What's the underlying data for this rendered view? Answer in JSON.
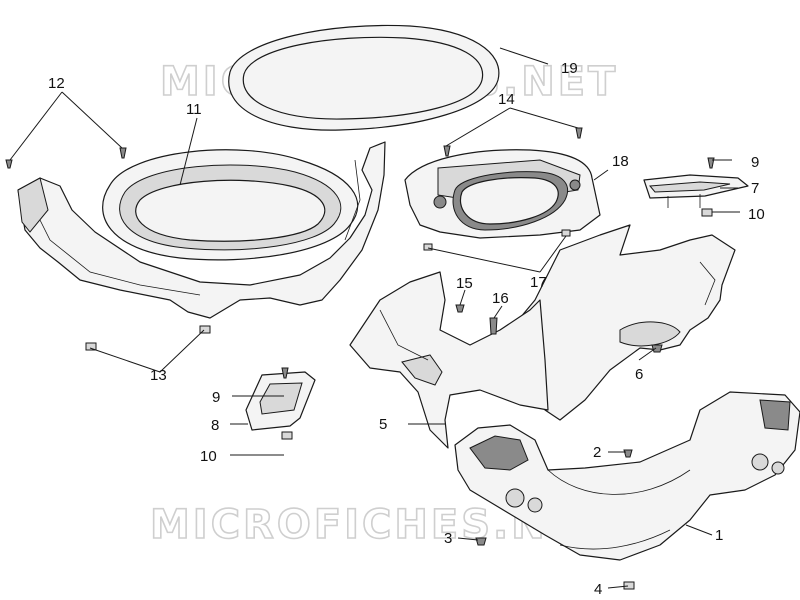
{
  "watermark": "MICROFICHES.NET",
  "callouts": [
    {
      "id": "1",
      "label": "1"
    },
    {
      "id": "2",
      "label": "2"
    },
    {
      "id": "3",
      "label": "3"
    },
    {
      "id": "4",
      "label": "4"
    },
    {
      "id": "5",
      "label": "5"
    },
    {
      "id": "6",
      "label": "6"
    },
    {
      "id": "7",
      "label": "7"
    },
    {
      "id": "8",
      "label": "8"
    },
    {
      "id": "9a",
      "label": "9"
    },
    {
      "id": "9b",
      "label": "9"
    },
    {
      "id": "10a",
      "label": "10"
    },
    {
      "id": "10b",
      "label": "10"
    },
    {
      "id": "11",
      "label": "11"
    },
    {
      "id": "12",
      "label": "12"
    },
    {
      "id": "13",
      "label": "13"
    },
    {
      "id": "14",
      "label": "14"
    },
    {
      "id": "15",
      "label": "15"
    },
    {
      "id": "16",
      "label": "16"
    },
    {
      "id": "17",
      "label": "17"
    },
    {
      "id": "18",
      "label": "18"
    },
    {
      "id": "19",
      "label": "19"
    }
  ]
}
